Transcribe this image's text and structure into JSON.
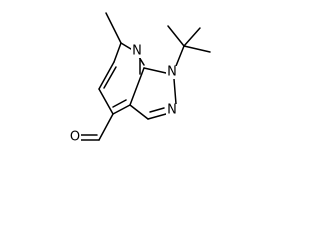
{
  "molecule": {
    "atoms": {
      "n_pyridine": "N",
      "n1_pyrazole": "N",
      "n2_pyrazole": "N",
      "o_aldehyde": "O"
    }
  }
}
